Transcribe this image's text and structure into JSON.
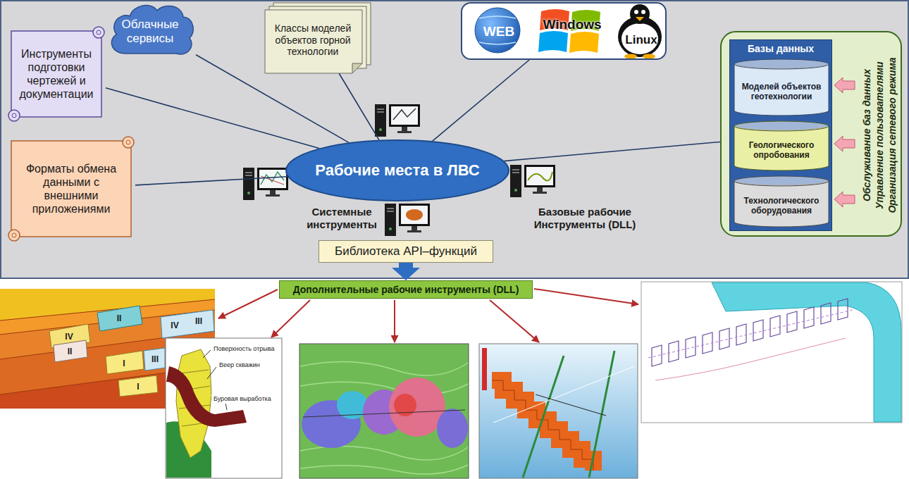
{
  "diagram": {
    "nodes": [
      {
        "text": [
          "Инструменты подготовки чертежей и документации"
        ]
      },
      {
        "text": [
          "Облачные сервисы"
        ]
      },
      {
        "text": [
          "Классы моделей объектов горной технологии"
        ]
      },
      {
        "text": [
          "WEB",
          "Windows",
          "Linux"
        ]
      },
      {
        "text": [
          "Обслуживание баз данных",
          "Управление пользователями",
          "Организация сетевого режима"
        ]
      },
      {
        "text": [
          "Базы данных"
        ],
        "in": 4
      },
      {
        "text": [
          "Моделей объектов геотехнологии"
        ],
        "in": 5
      },
      {
        "text": [
          "Геологического опробования"
        ],
        "in": 5
      },
      {
        "text": [
          "Технологического оборудования"
        ],
        "in": 5
      },
      {
        "text": [
          "Форматы обмена данными с внешними приложениями"
        ]
      },
      {
        "text": [
          "Рабочие места в ЛВС"
        ]
      },
      {
        "text": [
          "Библиотека API–функций"
        ]
      },
      {
        "text": [
          "Дополнительные рабочие инструменты (DLL)"
        ]
      }
    ],
    "edges": [
      {
        "from": 0,
        "to": 10,
        "arrow": "none"
      },
      {
        "from": 1,
        "to": 10,
        "arrow": "none"
      },
      {
        "from": 2,
        "to": 10,
        "arrow": "none"
      },
      {
        "from": 3,
        "to": 10,
        "arrow": "none"
      },
      {
        "from": 4,
        "to": 10,
        "arrow": "none"
      },
      {
        "from": 9,
        "to": 10,
        "arrow": "none"
      },
      {
        "from": 11,
        "to": 12,
        "arrow": "to"
      }
    ],
    "labels": [
      "Системные инструменты",
      "Базовые рабочие Инструменты (DLL)",
      "Поверхность отрыва",
      "Веер скважин",
      "Буровая выработка",
      "IV",
      "II",
      "II",
      "IV",
      "III",
      "I",
      "III",
      "I"
    ]
  }
}
